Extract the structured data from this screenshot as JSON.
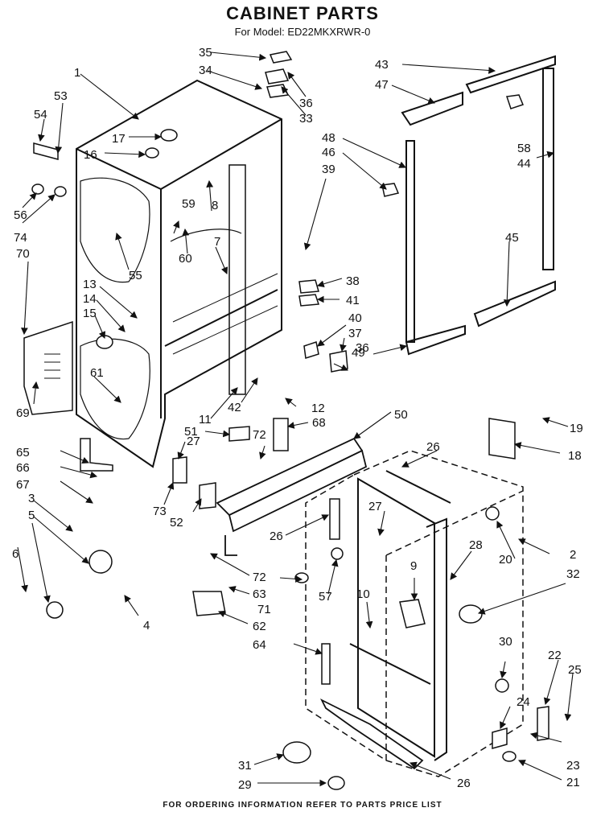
{
  "title": "CABINET PARTS",
  "subtitle": "For Model: ED22MKXRWR-0",
  "footer": "FOR ORDERING INFORMATION REFER TO PARTS PRICE LIST",
  "callouts": [
    {
      "id": "c1",
      "text": "1"
    },
    {
      "id": "c2",
      "text": "2"
    },
    {
      "id": "c3",
      "text": "3"
    },
    {
      "id": "c4",
      "text": "4"
    },
    {
      "id": "c5",
      "text": "5"
    },
    {
      "id": "c6",
      "text": "6"
    },
    {
      "id": "c7",
      "text": "7"
    },
    {
      "id": "c8",
      "text": "8"
    },
    {
      "id": "c9",
      "text": "9"
    },
    {
      "id": "c10",
      "text": "10"
    },
    {
      "id": "c11",
      "text": "11"
    },
    {
      "id": "c12",
      "text": "12"
    },
    {
      "id": "c13",
      "text": "13"
    },
    {
      "id": "c14",
      "text": "14"
    },
    {
      "id": "c15",
      "text": "15"
    },
    {
      "id": "c16",
      "text": "16"
    },
    {
      "id": "c17",
      "text": "17"
    },
    {
      "id": "c18",
      "text": "18"
    },
    {
      "id": "c19",
      "text": "19"
    },
    {
      "id": "c20",
      "text": "20"
    },
    {
      "id": "c21",
      "text": "21"
    },
    {
      "id": "c22",
      "text": "22"
    },
    {
      "id": "c23",
      "text": "23"
    },
    {
      "id": "c24",
      "text": "24"
    },
    {
      "id": "c25",
      "text": "25"
    },
    {
      "id": "c26a",
      "text": "26"
    },
    {
      "id": "c26b",
      "text": "26"
    },
    {
      "id": "c26c",
      "text": "26"
    },
    {
      "id": "c27a",
      "text": "27"
    },
    {
      "id": "c27b",
      "text": "27"
    },
    {
      "id": "c28",
      "text": "28"
    },
    {
      "id": "c29",
      "text": "29"
    },
    {
      "id": "c30",
      "text": "30"
    },
    {
      "id": "c31",
      "text": "31"
    },
    {
      "id": "c32",
      "text": "32"
    },
    {
      "id": "c33",
      "text": "33"
    },
    {
      "id": "c34",
      "text": "34"
    },
    {
      "id": "c35",
      "text": "35"
    },
    {
      "id": "c36a",
      "text": "36"
    },
    {
      "id": "c36b",
      "text": "36"
    },
    {
      "id": "c37",
      "text": "37"
    },
    {
      "id": "c38",
      "text": "38"
    },
    {
      "id": "c39",
      "text": "39"
    },
    {
      "id": "c40",
      "text": "40"
    },
    {
      "id": "c41",
      "text": "41"
    },
    {
      "id": "c42",
      "text": "42"
    },
    {
      "id": "c43",
      "text": "43"
    },
    {
      "id": "c44",
      "text": "44"
    },
    {
      "id": "c45",
      "text": "45"
    },
    {
      "id": "c46",
      "text": "46"
    },
    {
      "id": "c47",
      "text": "47"
    },
    {
      "id": "c48",
      "text": "48"
    },
    {
      "id": "c49",
      "text": "49"
    },
    {
      "id": "c50",
      "text": "50"
    },
    {
      "id": "c51",
      "text": "51"
    },
    {
      "id": "c52",
      "text": "52"
    },
    {
      "id": "c53",
      "text": "53"
    },
    {
      "id": "c54",
      "text": "54"
    },
    {
      "id": "c55",
      "text": "55"
    },
    {
      "id": "c56",
      "text": "56"
    },
    {
      "id": "c57",
      "text": "57"
    },
    {
      "id": "c58",
      "text": "58"
    },
    {
      "id": "c59",
      "text": "59"
    },
    {
      "id": "c60",
      "text": "60"
    },
    {
      "id": "c61",
      "text": "61"
    },
    {
      "id": "c62",
      "text": "62"
    },
    {
      "id": "c63",
      "text": "63"
    },
    {
      "id": "c64",
      "text": "64"
    },
    {
      "id": "c65",
      "text": "65"
    },
    {
      "id": "c66",
      "text": "66"
    },
    {
      "id": "c67",
      "text": "67"
    },
    {
      "id": "c68",
      "text": "68"
    },
    {
      "id": "c69",
      "text": "69"
    },
    {
      "id": "c70",
      "text": "70"
    },
    {
      "id": "c71",
      "text": "71"
    },
    {
      "id": "c72a",
      "text": "72"
    },
    {
      "id": "c72b",
      "text": "72"
    },
    {
      "id": "c73",
      "text": "73"
    },
    {
      "id": "c74",
      "text": "74"
    }
  ]
}
